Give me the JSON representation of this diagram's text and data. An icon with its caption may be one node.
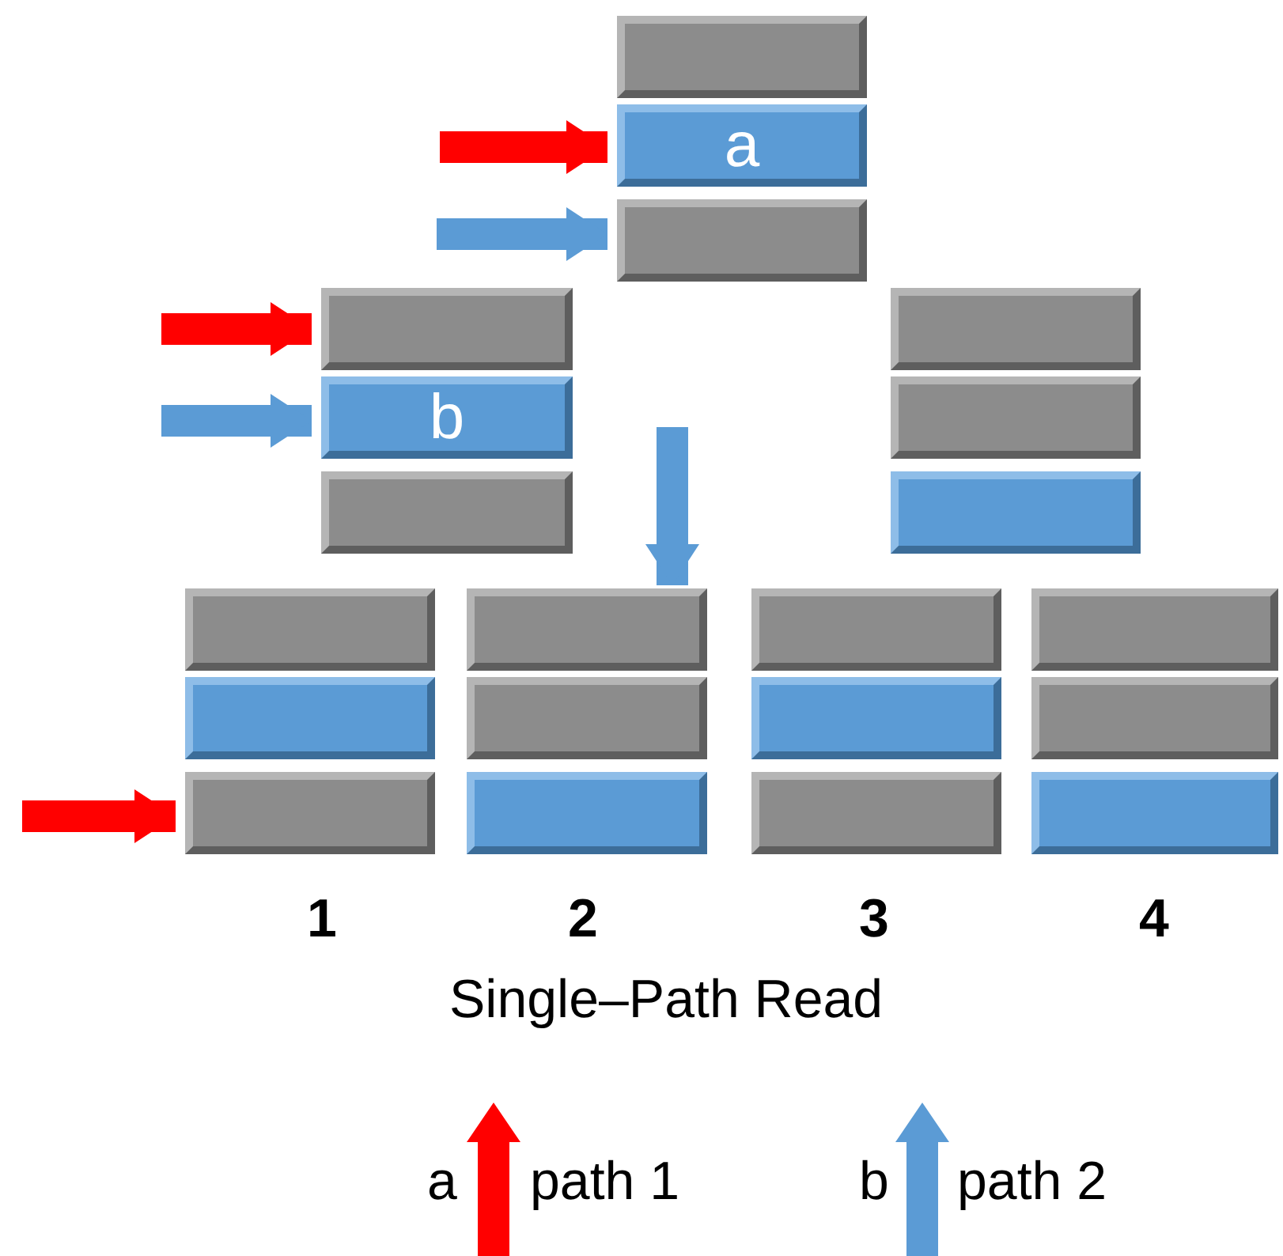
{
  "diagram": {
    "caption": "Single–Path Read",
    "nodes": [
      {
        "text": [],
        "shape": "bar"
      },
      {
        "text": [
          "a"
        ]
      },
      {
        "text": [],
        "shape": "bar"
      },
      {
        "text": [],
        "shape": "bar"
      },
      {
        "text": [
          "b"
        ]
      },
      {
        "text": [],
        "shape": "bar"
      },
      {
        "text": [],
        "shape": "bar"
      },
      {
        "text": [],
        "shape": "bar"
      },
      {
        "text": [],
        "shape": "bar"
      },
      {
        "text": [],
        "shape": "bar"
      },
      {
        "text": [],
        "shape": "bar"
      },
      {
        "text": [],
        "shape": "bar"
      },
      {
        "text": [],
        "shape": "bar"
      },
      {
        "text": [],
        "shape": "bar"
      },
      {
        "text": [],
        "shape": "bar"
      },
      {
        "text": [],
        "shape": "bar"
      },
      {
        "text": [],
        "shape": "bar"
      },
      {
        "text": [],
        "shape": "bar"
      },
      {
        "text": [],
        "shape": "bar"
      },
      {
        "text": [],
        "shape": "bar"
      },
      {
        "text": [],
        "shape": "bar"
      }
    ],
    "edges": [
      {
        "from": null,
        "to": 1,
        "arrow": "to",
        "color": "#ff0000"
      },
      {
        "from": null,
        "to": 2,
        "arrow": "to",
        "color": "#5b9bd5"
      },
      {
        "from": null,
        "to": 3,
        "arrow": "to",
        "color": "#ff0000"
      },
      {
        "from": null,
        "to": 4,
        "arrow": "to",
        "color": "#5b9bd5"
      },
      {
        "from": null,
        "to": 12,
        "arrow": "to",
        "color": "#5b9bd5"
      },
      {
        "from": null,
        "to": 11,
        "arrow": "to",
        "color": "#ff0000"
      }
    ],
    "labels": [
      "1",
      "2",
      "3",
      "4",
      "a",
      "b"
    ],
    "legend": [
      {
        "text": "path 1",
        "color": "#ff0000"
      },
      {
        "text": "path 2",
        "color": "#5b9bd5"
      }
    ]
  }
}
